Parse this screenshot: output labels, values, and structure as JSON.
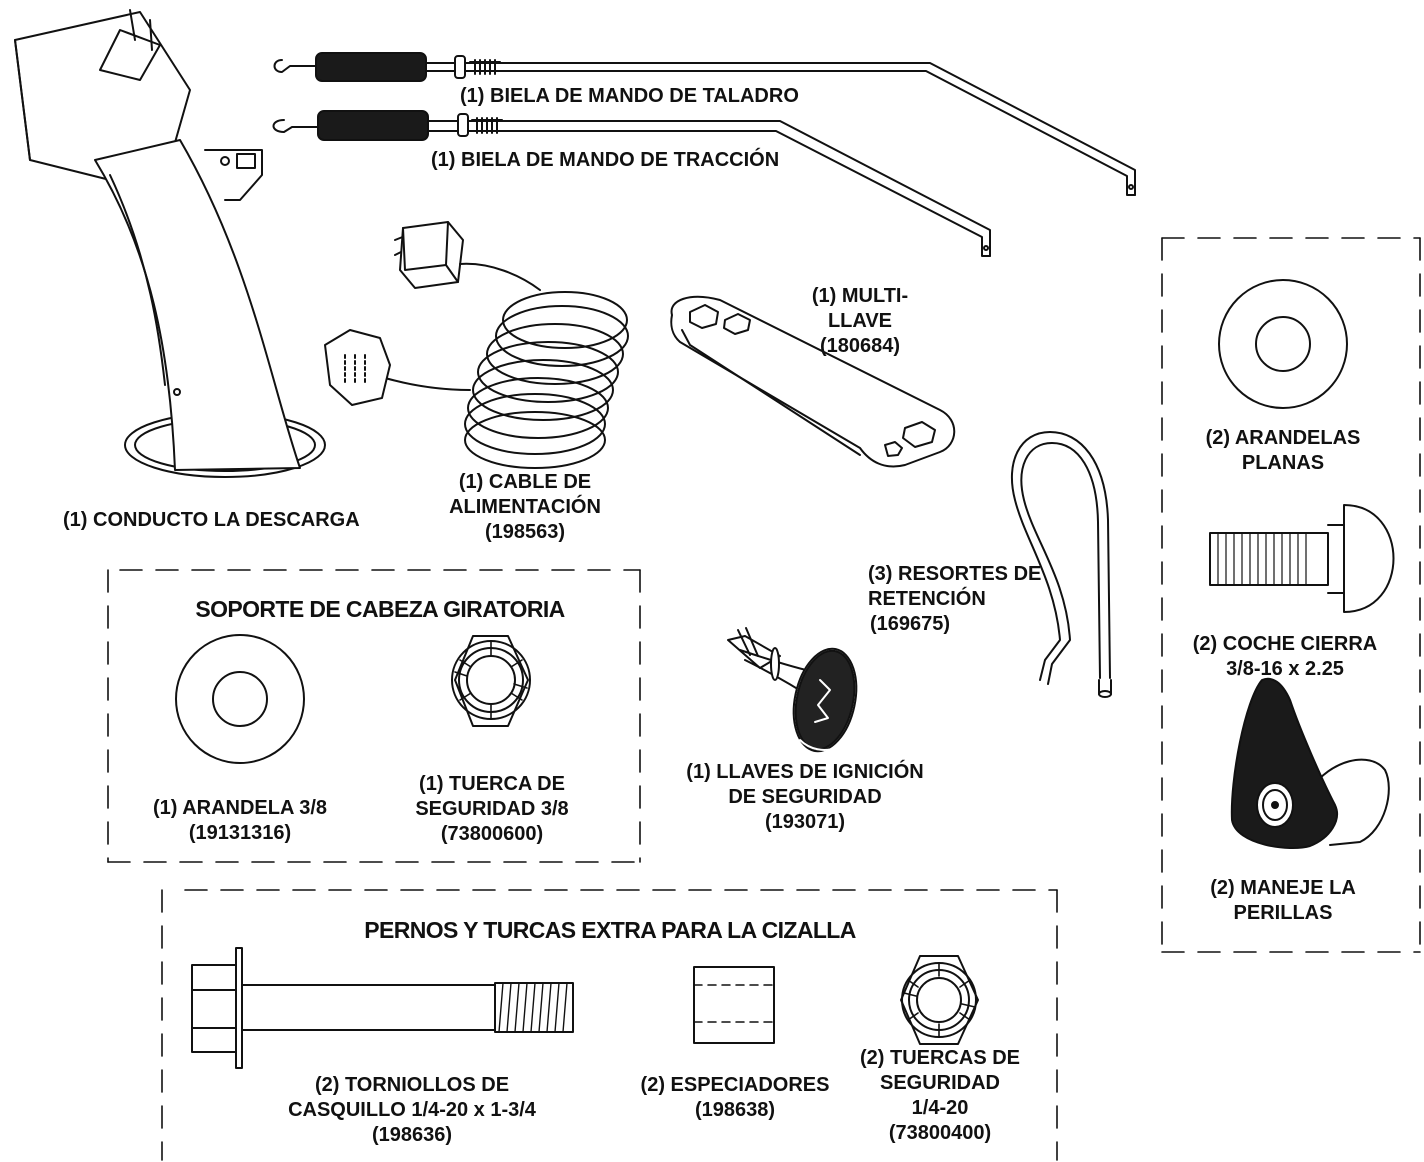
{
  "parts": {
    "auger_rod": "(1) BIELA DE MANDO DE TALADRO",
    "drive_rod": "(1) BIELA DE MANDO DE TRACCIÓN",
    "chute": "(1) CONDUCTO LA DESCARGA",
    "power_cord": {
      "line1": "(1) CABLE DE",
      "line2": "ALIMENTACIÓN",
      "line3": "(198563)"
    },
    "multi_wrench": {
      "line1": "(1) MULTI-",
      "line2": "LLAVE",
      "line3": "(180684)"
    },
    "retainer_springs": {
      "line1": "(3) RESORTES DE",
      "line2": "RETENCIÓN",
      "line3": "(169675)"
    },
    "ignition_keys": {
      "line1": "(1) LLAVES DE IGNICIÓN",
      "line2": "DE SEGURIDAD",
      "line3": "(193071)"
    },
    "flat_washers": {
      "line1": "(2) ARANDELAS",
      "line2": "PLANAS"
    },
    "carriage_bolts": {
      "line1": "(2) COCHE CIERRA",
      "line2": "3/8-16 x 2.25"
    },
    "handle_knobs": {
      "line1": "(2) MANEJE LA",
      "line2": "PERILLAS"
    }
  },
  "swivel_group": {
    "title": "SOPORTE DE CABEZA GIRATORIA",
    "washer": {
      "line1": "(1) ARANDELA 3/8",
      "line2": "(19131316)"
    },
    "locknut": {
      "line1": "(1) TUERCA DE",
      "line2": "SEGURIDAD 3/8",
      "line3": "(73800600)"
    }
  },
  "shear_group": {
    "title": "PERNOS Y TURCAS EXTRA PARA LA CIZALLA",
    "bolts": {
      "line1": "(2) TORNIOLLOS DE",
      "line2": "CASQUILLO 1/4-20 x 1-3/4",
      "line3": "(198636)"
    },
    "spacers": {
      "line1": "(2) ESPECIADORES",
      "line2": "(198638)"
    },
    "locknuts": {
      "line1": "(2) TUERCAS DE",
      "line2": "SEGURIDAD",
      "line3": "1/4-20",
      "line4": "(73800400)"
    }
  },
  "colors": {
    "ink": "#111111",
    "paper": "#ffffff",
    "grip": "#1a1a1a"
  }
}
